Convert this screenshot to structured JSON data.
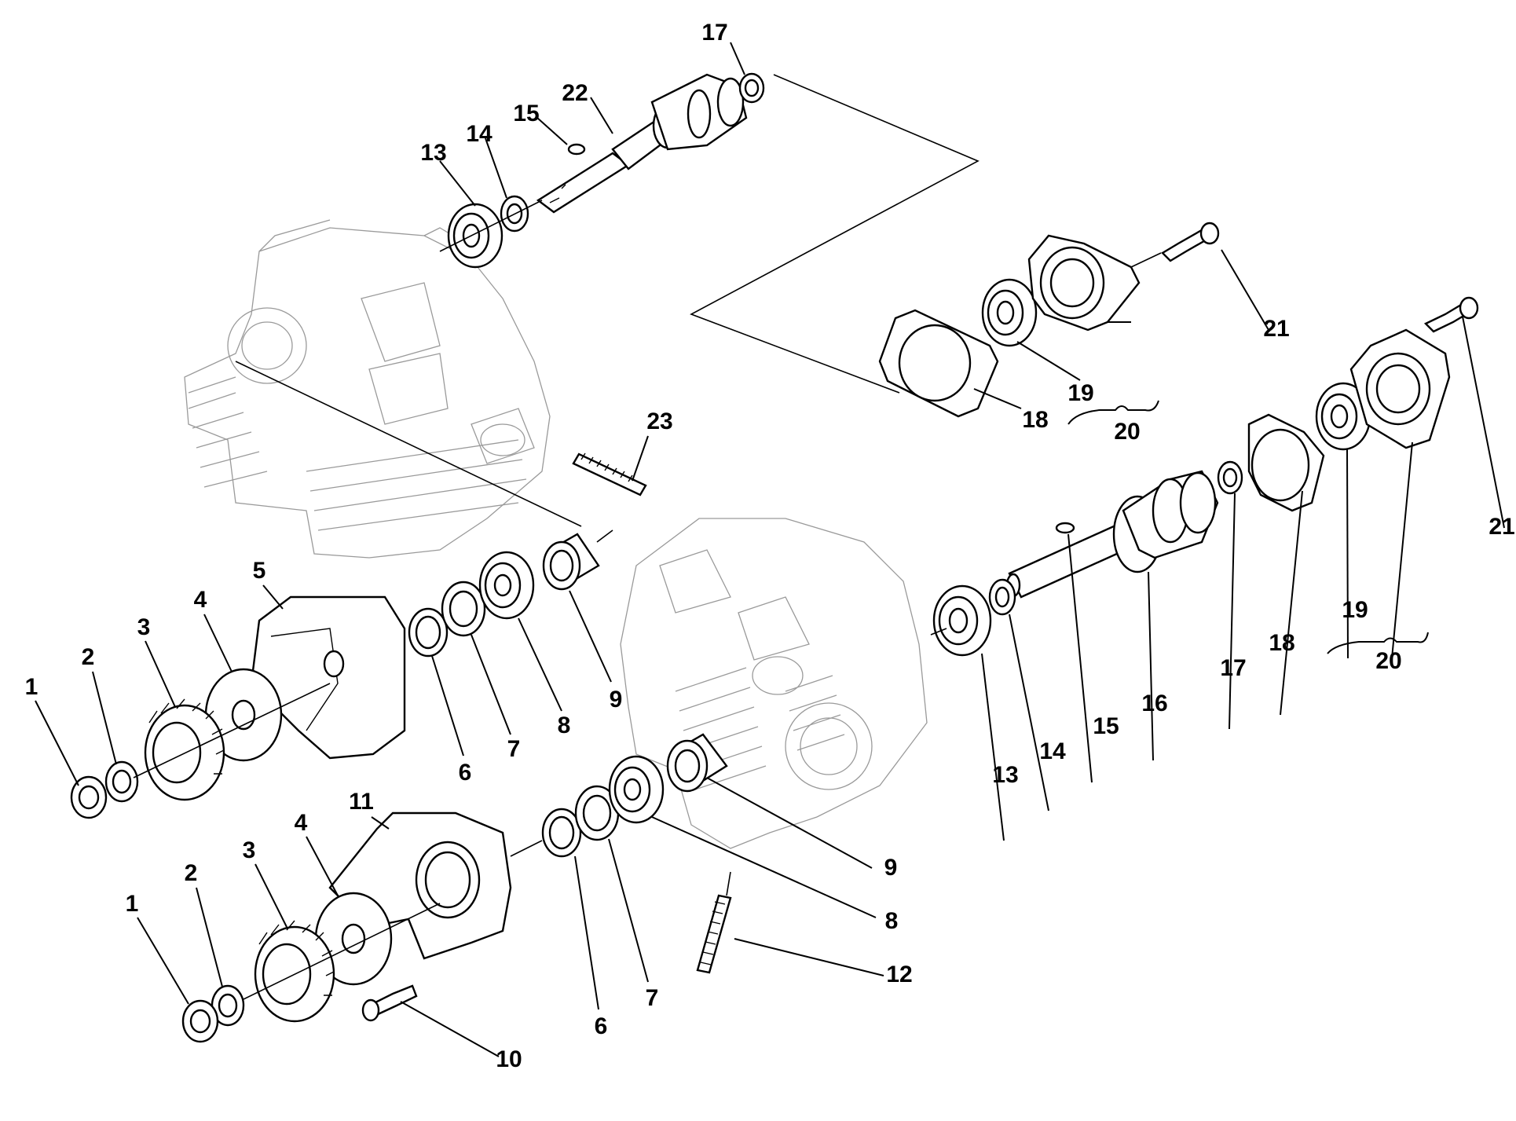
{
  "diagram": {
    "labels": {
      "l1a": "1",
      "l2a": "2",
      "l3a": "3",
      "l4a": "4",
      "l5": "5",
      "l6a": "6",
      "l7a": "7",
      "l8a": "8",
      "l9a": "9",
      "l1b": "1",
      "l2b": "2",
      "l3b": "3",
      "l4b": "4",
      "l6b": "6",
      "l7b": "7",
      "l8b": "8",
      "l9b": "9",
      "l10": "10",
      "l11": "11",
      "l12": "12",
      "l13a": "13",
      "l14a": "14",
      "l15a": "15",
      "l17a": "17",
      "l22": "22",
      "l23": "23",
      "l18a": "18",
      "l19a": "19",
      "l20a": "20",
      "l21a": "21",
      "l13b": "13",
      "l14b": "14",
      "l15b": "15",
      "l16": "16",
      "l17b": "17",
      "l18b": "18",
      "l19b": "19",
      "l20b": "20",
      "l21b": "21"
    }
  }
}
